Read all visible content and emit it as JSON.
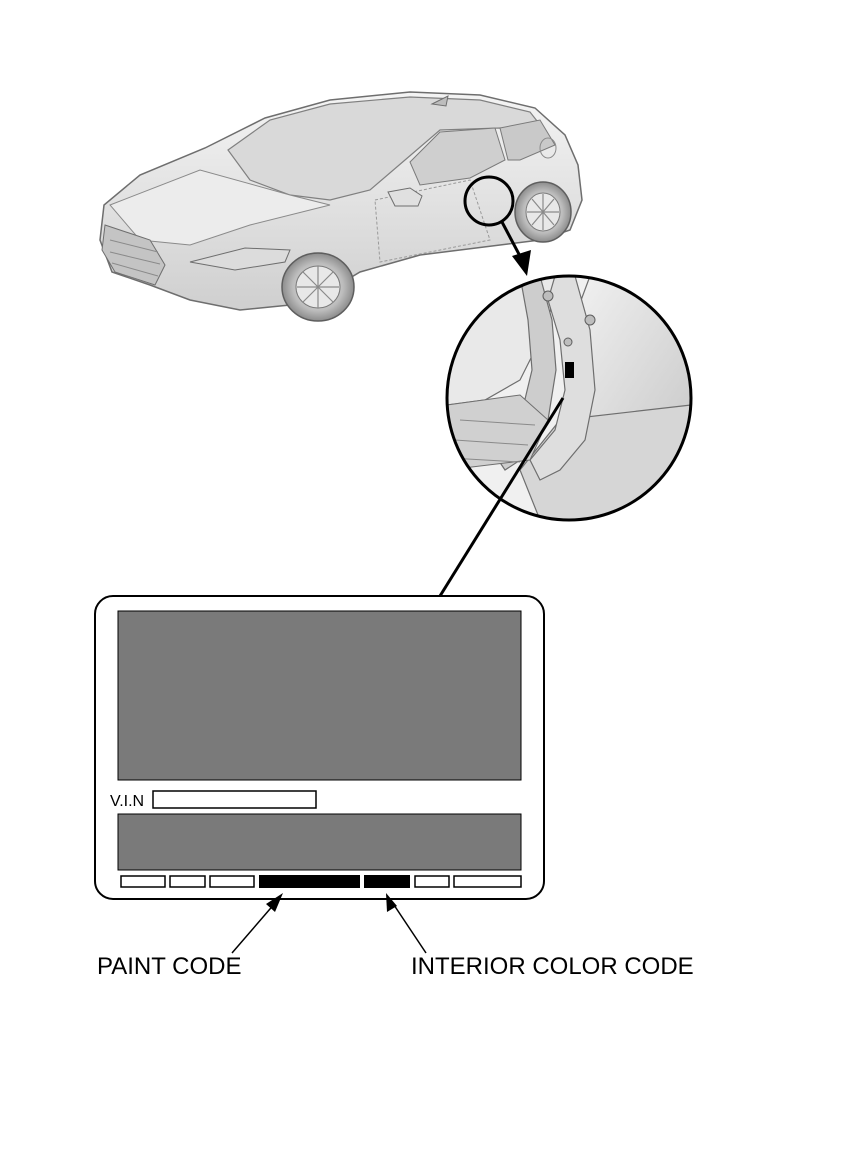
{
  "label": {
    "vin": "V.I.N",
    "paint_code": "PAINT CODE",
    "interior_color_code": "INTERIOR COLOR CODE"
  },
  "colors": {
    "label_block_fill": "#7a7a7a",
    "code_box_fill": "#000000",
    "line": "#000000",
    "car_body": "#e6e6e6",
    "car_shadow": "#bdbdbd",
    "background": "#ffffff"
  }
}
